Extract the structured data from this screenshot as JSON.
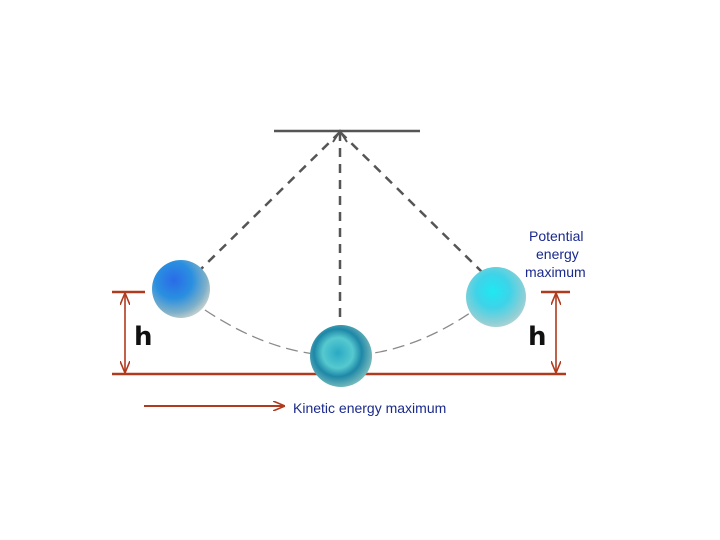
{
  "labels": {
    "potential": [
      "Potential",
      "energy",
      "maximum"
    ],
    "kinetic": "Kinetic energy maximum",
    "height_left": "h",
    "height_right": "h"
  },
  "colors": {
    "support": "#555555",
    "string": "#555555",
    "arc": "#8a8a8a",
    "measure": "#b03a1e",
    "label_text": "#1a2a8c",
    "height_text": "#111111"
  },
  "icons": {
    "bob_left": "blue-sphere",
    "bob_center": "teal-sphere",
    "bob_right": "cyan-sphere"
  }
}
